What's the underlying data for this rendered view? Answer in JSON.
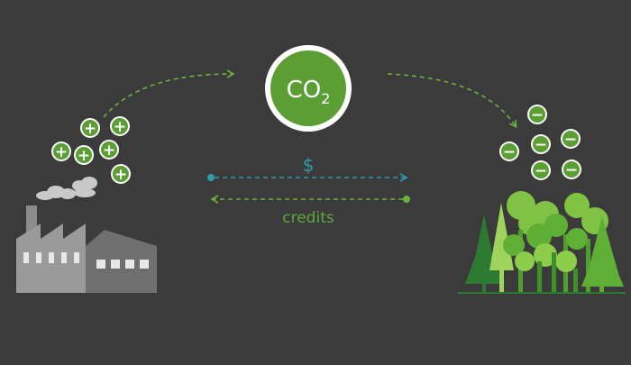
{
  "co2": {
    "main": "CO",
    "sub": "2"
  },
  "money_symbol": "$",
  "credits_label": "credits",
  "emission_symbol": "+",
  "absorption_symbol": "−",
  "colors": {
    "background": "#3b3b3c",
    "green": "#5a9e34",
    "teal": "#2f9bab",
    "factory_light": "#9a9a9a",
    "factory_dark": "#6f6f6f",
    "arrow": "#6bb13c",
    "label_green": "#5fa83c"
  }
}
